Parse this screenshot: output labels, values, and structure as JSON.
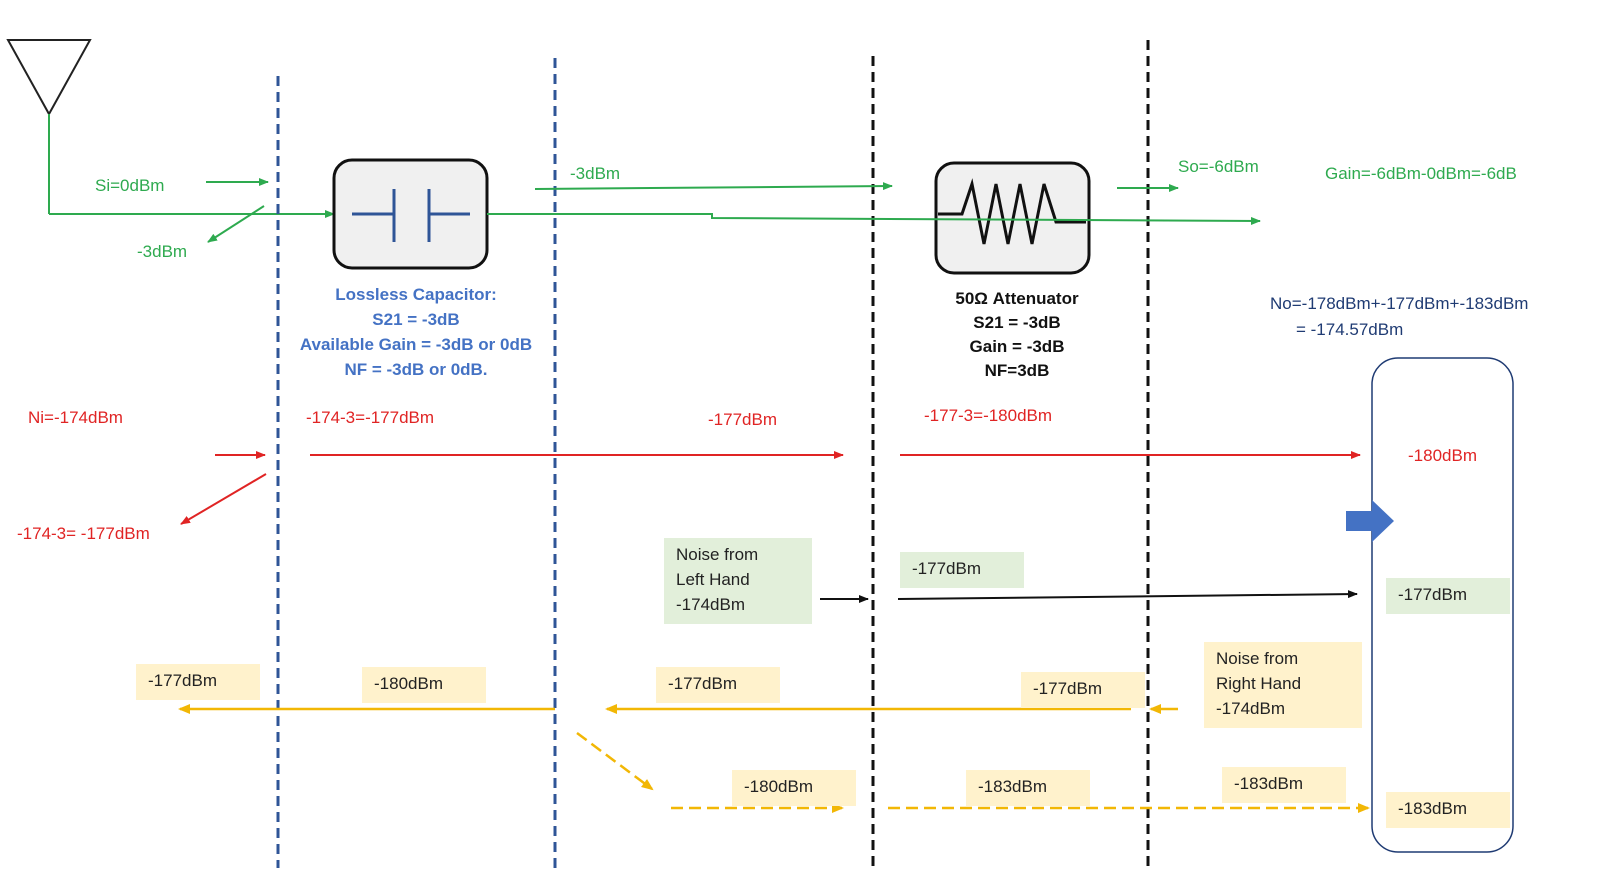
{
  "colors": {
    "signal_green": "#2eaa4f",
    "noise_red": "#e02424",
    "noise_yellow": "#f2b705",
    "boundary_blue": "#2f5597",
    "boundary_black": "#111111",
    "label_blue": "#4472c4",
    "label_navy": "#1f3b73",
    "box_green": "#e2efda",
    "box_yellow": "#fff2cc",
    "summary_arrow": "#4472c4"
  },
  "icons": {
    "antenna": "antenna-icon",
    "capacitor": "capacitor-icon",
    "resistor": "resistor-icon"
  },
  "signal": {
    "si": "Si=0dBm",
    "reflected": "-3dBm",
    "mid": "-3dBm",
    "so": "So=-6dBm",
    "gain": "Gain=-6dBm-0dBm=-6dB"
  },
  "capacitor": {
    "line1": "Lossless Capacitor:",
    "line2": "S21 = -3dB",
    "line3": "Available Gain = -3dB or 0dB",
    "line4": "NF = -3dB or 0dB."
  },
  "attenuator": {
    "line1": "50Ω Attenuator",
    "line2": "S21 = -3dB",
    "line3": "Gain = -3dB",
    "line4": "NF=3dB"
  },
  "noise_output": {
    "line1": "No=-178dBm+-177dBm+-183dBm",
    "line2": "= -174.57dBm"
  },
  "red_noise": {
    "ni": "Ni=-174dBm",
    "after_cap": "-174-3=-177dBm",
    "mid": "-177dBm",
    "after_att": "-177-3=-180dBm",
    "out": "-180dBm",
    "reflected": "-174-3= -177dBm"
  },
  "left_hand": {
    "line1": "Noise from",
    "line2": "Left Hand",
    "line3": "-174dBm",
    "through": "-177dBm",
    "out": "-177dBm"
  },
  "right_hand": {
    "line1": "Noise from",
    "line2": "Right Hand",
    "line3": "-174dBm"
  },
  "yellow_noise": {
    "far_left": "-177dBm",
    "left_mid": "-180dBm",
    "center": "-177dBm",
    "near_right": "-177dBm",
    "refl_1": "-180dBm",
    "refl_2": "-183dBm",
    "refl_3": "-183dBm",
    "out": "-183dBm"
  }
}
